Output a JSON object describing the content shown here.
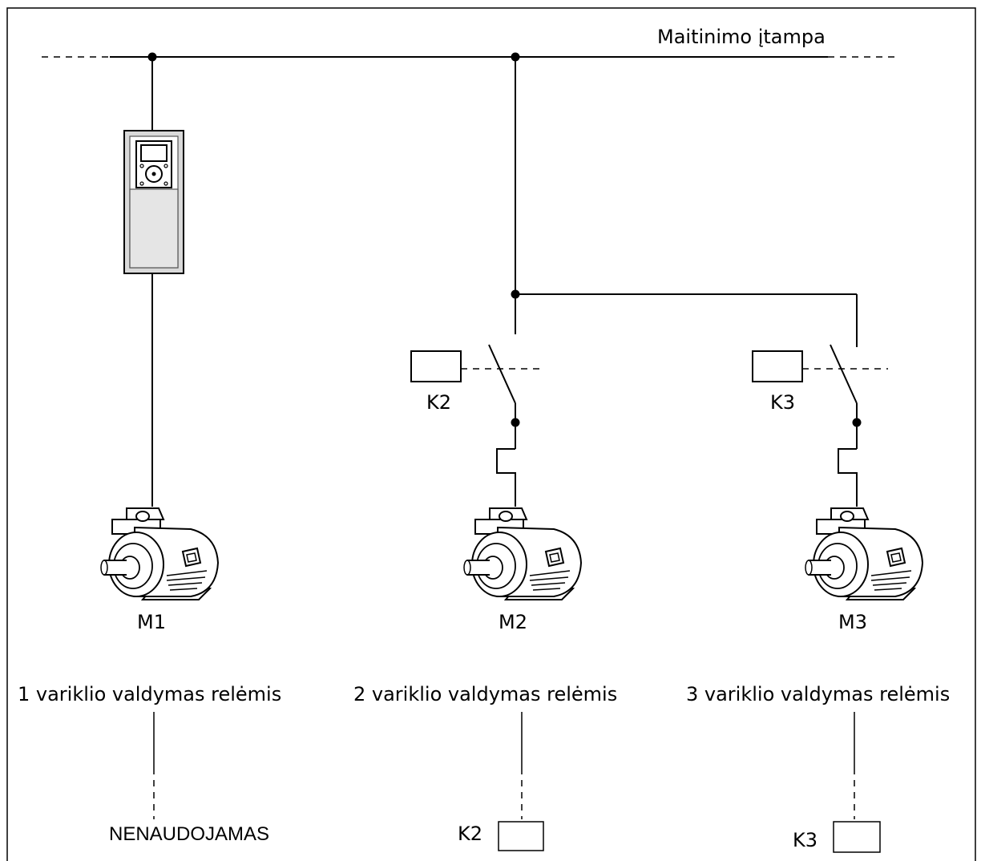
{
  "supply_label": "Maitinimo įtampa",
  "contactors": [
    {
      "label": "K2"
    },
    {
      "label": "K3"
    }
  ],
  "motors": [
    {
      "label": "M1",
      "caption": "1 variklio valdymas relėmis",
      "relay": "NENAUDOJAMAS"
    },
    {
      "label": "M2",
      "caption": "2 variklio valdymas relėmis",
      "relay": "K2"
    },
    {
      "label": "M3",
      "caption": "3 variklio valdymas relėmis",
      "relay": "K3"
    }
  ],
  "icons": [
    "frequency-converter-icon",
    "electric-motor-icon",
    "relay-coil-icon",
    "switch-contact-icon"
  ]
}
